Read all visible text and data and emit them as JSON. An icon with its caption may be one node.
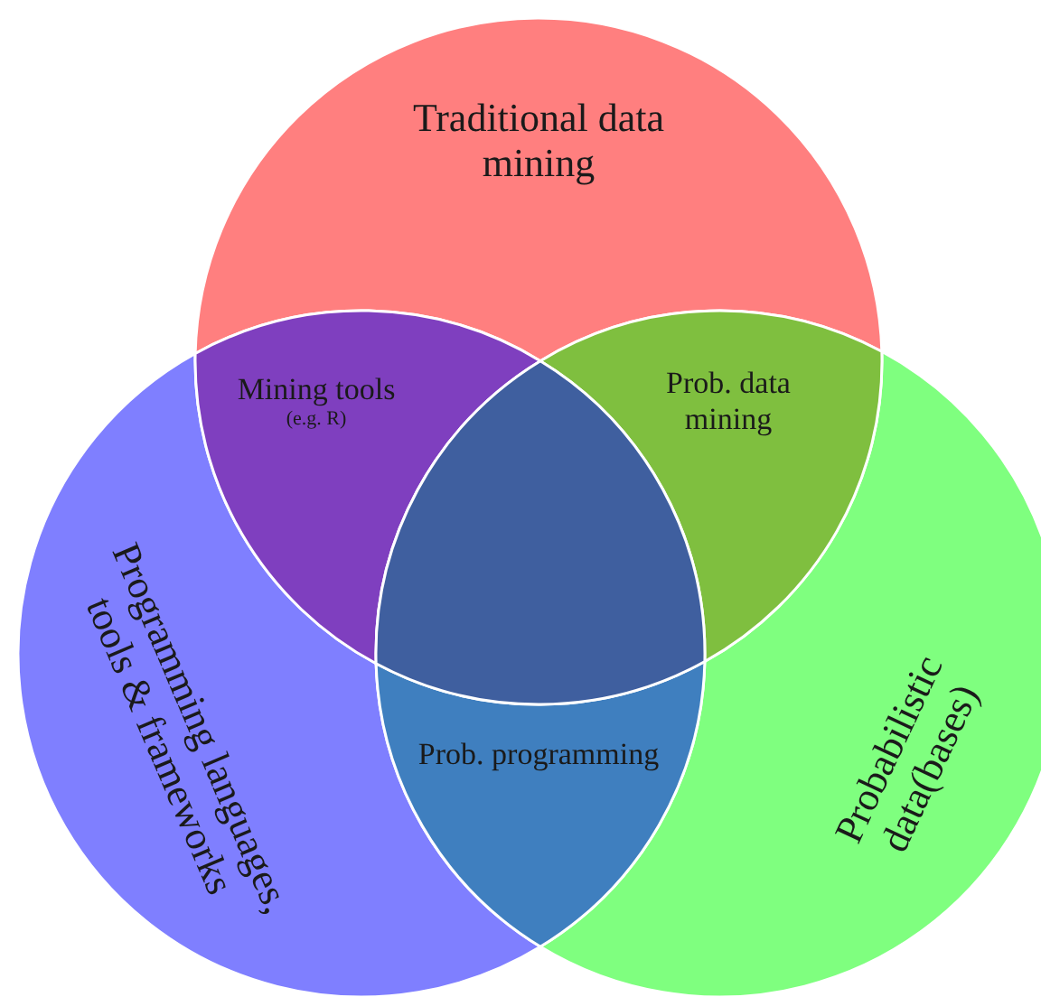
{
  "diagram": {
    "nodes": [
      {
        "text": [
          "Traditional data mining"
        ]
      },
      {
        "text": [
          "Programming languages, tools & frameworks"
        ]
      },
      {
        "text": [
          "Probabilistic data(bases)"
        ]
      },
      {
        "text": [
          "Mining tools",
          "(e.g. R)"
        ]
      },
      {
        "text": [
          "Prob. data mining"
        ]
      },
      {
        "text": [
          "Prob. programming"
        ]
      },
      {
        "text": [],
        "shape": "lens"
      }
    ]
  }
}
